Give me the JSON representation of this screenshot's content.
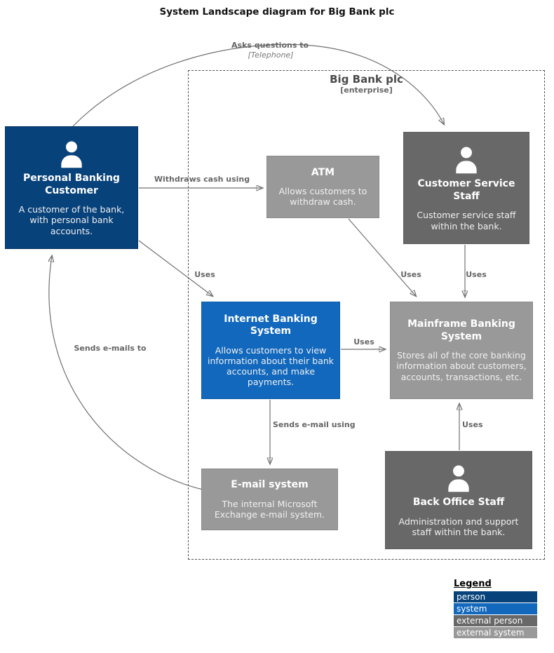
{
  "title": "System Landscape diagram for Big Bank plc",
  "boundary": {
    "name": "Big Bank plc",
    "type_label": "[enterprise]"
  },
  "colors": {
    "person": "#08427b",
    "system": "#1168bd",
    "external_person": "#686868",
    "external_system": "#999999",
    "edge": "#707070",
    "edge_label": "#666666"
  },
  "nodes": {
    "personal_banking_customer": {
      "title": "Personal Banking Customer",
      "description": "A customer of the bank, with personal bank accounts.",
      "kind": "person"
    },
    "atm": {
      "title": "ATM",
      "description": "Allows customers to withdraw cash.",
      "kind": "external system"
    },
    "customer_service_staff": {
      "title": "Customer Service Staff",
      "description": "Customer service staff within the bank.",
      "kind": "external person"
    },
    "internet_banking_system": {
      "title": "Internet Banking System",
      "description": "Allows customers to view information about their bank accounts, and make payments.",
      "kind": "system"
    },
    "mainframe_banking_system": {
      "title": "Mainframe Banking System",
      "description": "Stores all of the core banking information about customers, accounts, transactions, etc.",
      "kind": "external system"
    },
    "email_system": {
      "title": "E-mail system",
      "description": "The internal Microsoft Exchange e-mail system.",
      "kind": "external system"
    },
    "back_office_staff": {
      "title": "Back Office Staff",
      "description": "Administration and support staff within the bank.",
      "kind": "external person"
    }
  },
  "edges": {
    "asks_questions": {
      "label": "Asks questions to",
      "sublabel": "[Telephone]",
      "from": "personal_banking_customer",
      "to": "customer_service_staff"
    },
    "withdraws_cash": {
      "label": "Withdraws cash using",
      "from": "personal_banking_customer",
      "to": "atm"
    },
    "customer_uses_ibs": {
      "label": "Uses",
      "from": "personal_banking_customer",
      "to": "internet_banking_system"
    },
    "atm_uses_mbs": {
      "label": "Uses",
      "from": "atm",
      "to": "mainframe_banking_system"
    },
    "css_uses_mbs": {
      "label": "Uses",
      "from": "customer_service_staff",
      "to": "mainframe_banking_system"
    },
    "ibs_uses_mbs": {
      "label": "Uses",
      "from": "internet_banking_system",
      "to": "mainframe_banking_system"
    },
    "ibs_sends_email": {
      "label": "Sends e-mail using",
      "from": "internet_banking_system",
      "to": "email_system"
    },
    "bos_uses_mbs": {
      "label": "Uses",
      "from": "back_office_staff",
      "to": "mainframe_banking_system"
    },
    "email_sends_to": {
      "label": "Sends e-mails to",
      "from": "email_system",
      "to": "personal_banking_customer"
    }
  },
  "legend": {
    "title": "Legend",
    "items": {
      "person": {
        "label": "person"
      },
      "system": {
        "label": "system"
      },
      "external_person": {
        "label": "external person"
      },
      "external_system": {
        "label": "external system"
      }
    }
  }
}
